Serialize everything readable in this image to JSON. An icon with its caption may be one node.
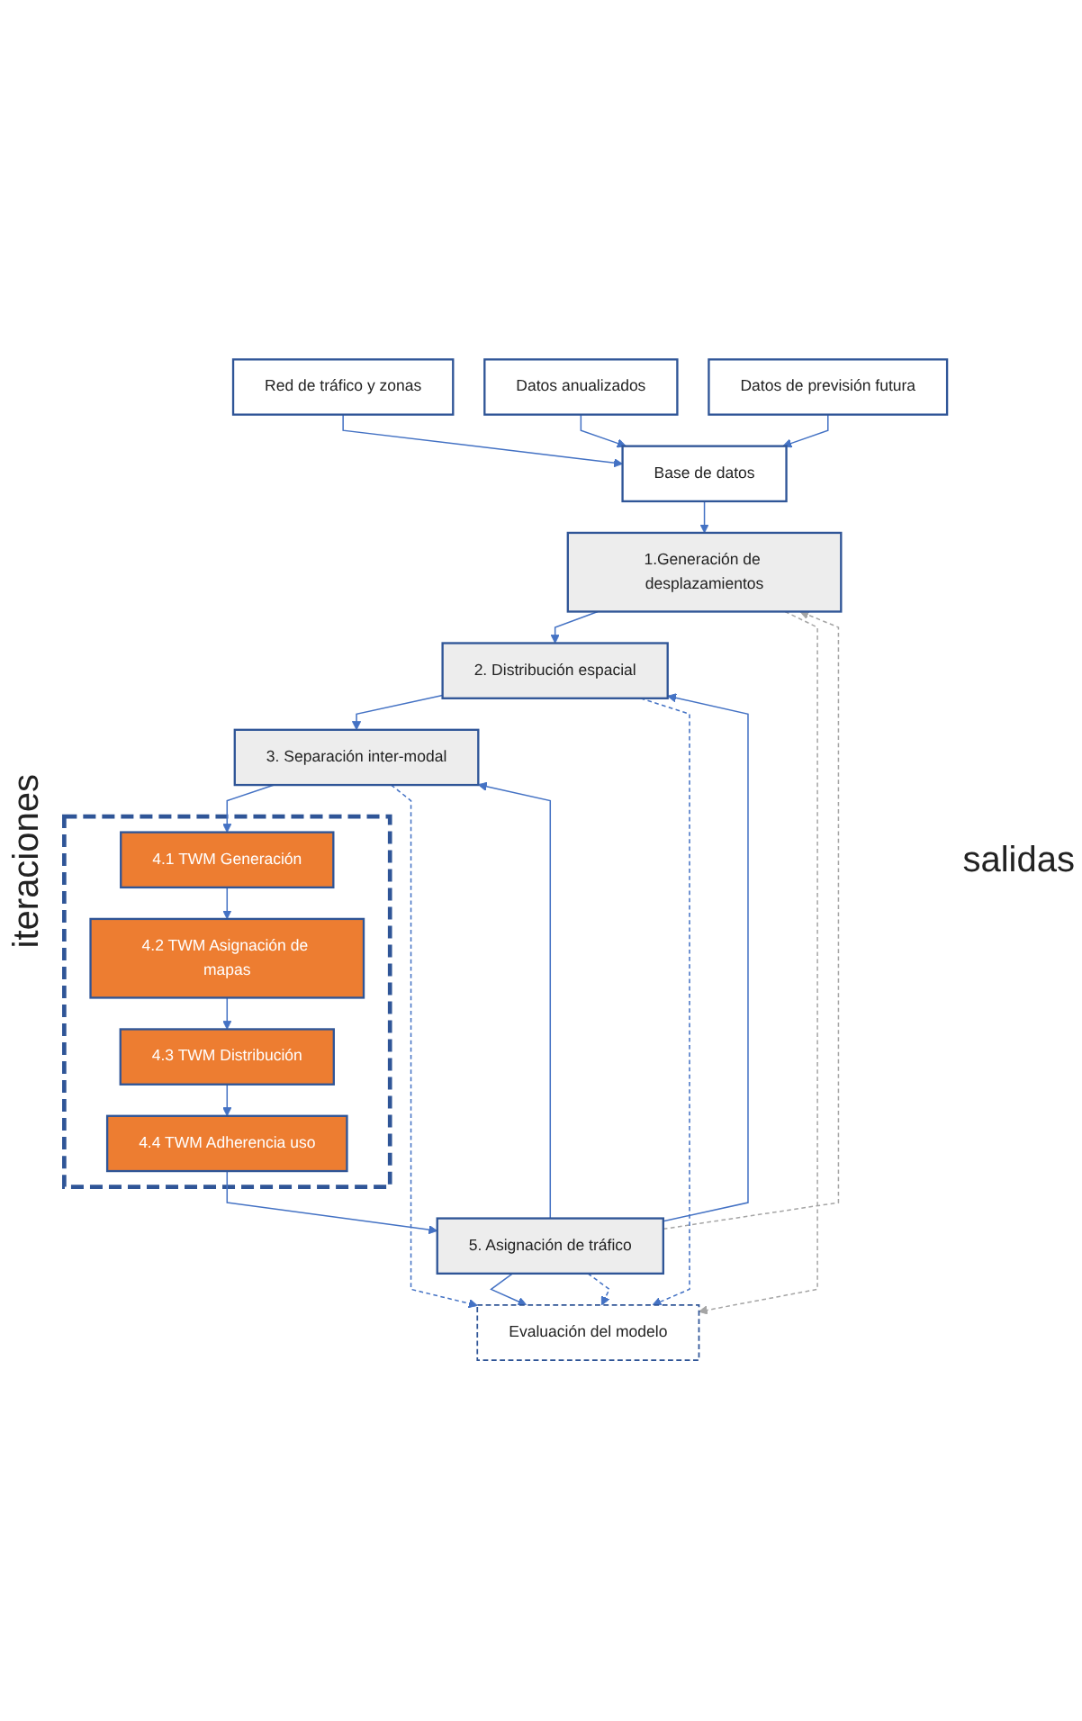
{
  "diagram": {
    "nodes": [
      {
        "text": [
          "Red de tráfico y zonas"
        ]
      },
      {
        "text": [
          "Datos anualizados"
        ]
      },
      {
        "text": [
          "Datos de previsión futura"
        ]
      },
      {
        "text": [
          "Base de datos"
        ]
      },
      {
        "text": [
          "1.Generación de desplazamientos"
        ]
      },
      {
        "text": [
          "2. Distribución espacial"
        ]
      },
      {
        "text": [
          "3. Separación inter-modal"
        ]
      },
      {
        "text": [],
        "shape": "box"
      },
      {
        "text": [
          "4.1 TWM Generación"
        ],
        "in": 7
      },
      {
        "text": [
          "4.2 TWM Asignación de mapas"
        ],
        "in": 7
      },
      {
        "text": [
          "4.3 TWM Distribución"
        ],
        "in": 7
      },
      {
        "text": [
          "4.4 TWM  Adherencia uso"
        ],
        "in": 7
      },
      {
        "text": [
          "5. Asignación de tráfico"
        ]
      },
      {
        "text": [
          "Evaluación del modelo"
        ]
      }
    ],
    "edges": [
      {
        "from": 0,
        "to": 3,
        "arrow": "to"
      },
      {
        "from": 1,
        "to": 3,
        "arrow": "to"
      },
      {
        "from": 2,
        "to": 3,
        "arrow": "to"
      },
      {
        "from": 3,
        "to": 4,
        "arrow": "to"
      },
      {
        "from": 4,
        "to": 5,
        "arrow": "to"
      },
      {
        "from": 5,
        "to": 6,
        "arrow": "to"
      },
      {
        "from": 6,
        "to": 8,
        "arrow": "to"
      },
      {
        "from": 8,
        "to": 9,
        "arrow": "to"
      },
      {
        "from": 9,
        "to": 10,
        "arrow": "to"
      },
      {
        "from": 10,
        "to": 11,
        "arrow": "to"
      },
      {
        "from": 11,
        "to": 12,
        "arrow": "to"
      },
      {
        "from": 12,
        "to": 13,
        "arrow": "to"
      },
      {
        "from": 12,
        "to": 4,
        "arrow": "to",
        "style": "dashed",
        "color": "#a5a5a5"
      },
      {
        "from": 12,
        "to": 5,
        "arrow": "to"
      },
      {
        "from": 12,
        "to": 6,
        "arrow": "to"
      },
      {
        "from": 4,
        "to": 13,
        "arrow": "to",
        "style": "dashed",
        "color": "#a5a5a5"
      },
      {
        "from": 5,
        "to": 13,
        "arrow": "to",
        "style": "dashed"
      },
      {
        "from": 6,
        "to": 13,
        "arrow": "to",
        "style": "dashed"
      },
      {
        "from": 12,
        "to": 13,
        "arrow": "to",
        "style": "dashed"
      }
    ],
    "labels": [
      "iteraciones",
      "salidas"
    ]
  }
}
